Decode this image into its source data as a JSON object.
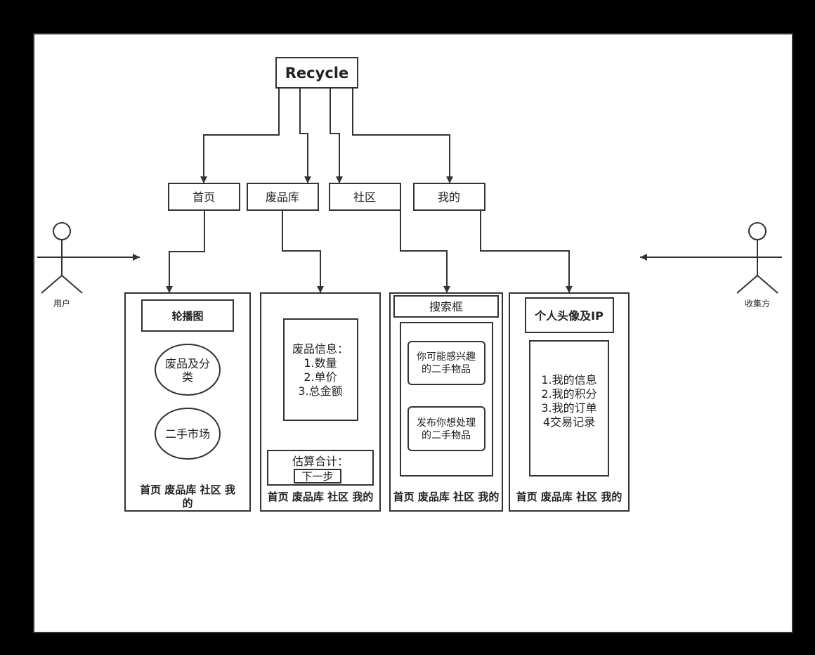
{
  "root": {
    "label": "Recycle"
  },
  "nav": [
    {
      "label": "首页"
    },
    {
      "label": "废品库"
    },
    {
      "label": "社区"
    },
    {
      "label": "我的"
    }
  ],
  "actors": {
    "left": {
      "label": "用户"
    },
    "right": {
      "label": "收集方"
    }
  },
  "panels": {
    "home": {
      "banner": "轮播图",
      "circle1": [
        "废品及分",
        "类"
      ],
      "circle2": "二手市场",
      "bottom_nav": [
        "首页 废品库 社区 我",
        "的"
      ]
    },
    "waste": {
      "info": [
        "废品信息：",
        "1.数量",
        "2.单价",
        "3.总金额"
      ],
      "estimate": "估算合计：",
      "next_button": "下一步",
      "bottom_nav": "首页 废品库 社区 我的"
    },
    "community": {
      "search": "搜索框",
      "card1": [
        "你可能感兴趣",
        "的二手物品"
      ],
      "card2": [
        "发布你想处理",
        "的二手物品"
      ],
      "bottom_nav": "首页 废品库 社区 我的"
    },
    "mine": {
      "avatar": "个人头像及IP",
      "menu": [
        "1.我的信息",
        "2.我的积分",
        "3.我的订单",
        "4交易记录"
      ],
      "bottom_nav": "首页 废品库 社区 我的"
    }
  }
}
